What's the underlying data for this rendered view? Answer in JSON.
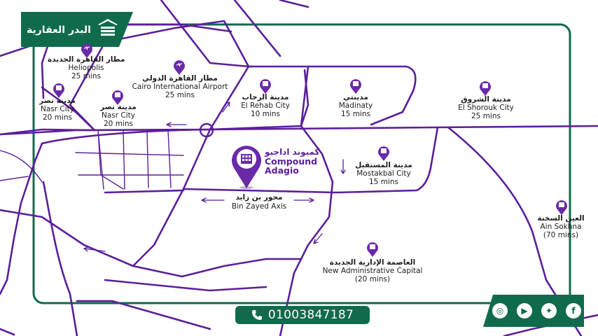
{
  "brand": {
    "name": "البدر العقارية",
    "icon": "building-logo-icon"
  },
  "colors": {
    "road": "#5b1f9a",
    "frame": "#0f6b4c",
    "pin": "#6a2aa8"
  },
  "compound": {
    "arabic": "كمبوند اداجيو",
    "english_line1": "Compound",
    "english_line2": "Adagio"
  },
  "axis": {
    "arabic": "محور بن زايد",
    "english": "Bin Zayed Axis"
  },
  "places": [
    {
      "id": "heliopolis",
      "arabic": "مطار القاهرة الجديدة",
      "english": "Heliopolis",
      "time": "25 mins"
    },
    {
      "id": "airport",
      "arabic": "مطار القاهرة الدولي",
      "english": "Cairo International Airport",
      "time": "25 mins"
    },
    {
      "id": "nasr1",
      "arabic": "مدينة نصر",
      "english": "Nasr City",
      "time": "20 mins"
    },
    {
      "id": "nasr2",
      "arabic": "مدينة نصر",
      "english": "Nasr City",
      "time": "20 mins"
    },
    {
      "id": "rehab",
      "arabic": "مدينة الرحاب",
      "english": "El Rehab City",
      "time": "10 mins"
    },
    {
      "id": "madinaty",
      "arabic": "مدينتي",
      "english": "Madinaty",
      "time": "15 mins"
    },
    {
      "id": "shorouk",
      "arabic": "مدينة الشروق",
      "english": "El Shorouk City",
      "time": "25 mins"
    },
    {
      "id": "mostakbal",
      "arabic": "مدينة المستقبل",
      "english": "Mostakbal City",
      "time": "15 mins"
    },
    {
      "id": "sokhna",
      "arabic": "العين السخنة",
      "english": "Ain Sokhna",
      "time": "(70 mins)"
    },
    {
      "id": "capital",
      "arabic": "العاصمة الإدارية الجديدة",
      "english": "New Administrative Capital",
      "time": "(20 mins)"
    }
  ],
  "contact": {
    "phone": "01003847187",
    "phone_icon": "phone-icon"
  },
  "social": [
    {
      "name": "instagram-icon",
      "glyph": "◎"
    },
    {
      "name": "youtube-icon",
      "glyph": "▶"
    },
    {
      "name": "twitter-icon",
      "glyph": "✦"
    },
    {
      "name": "facebook-icon",
      "glyph": "f"
    }
  ]
}
